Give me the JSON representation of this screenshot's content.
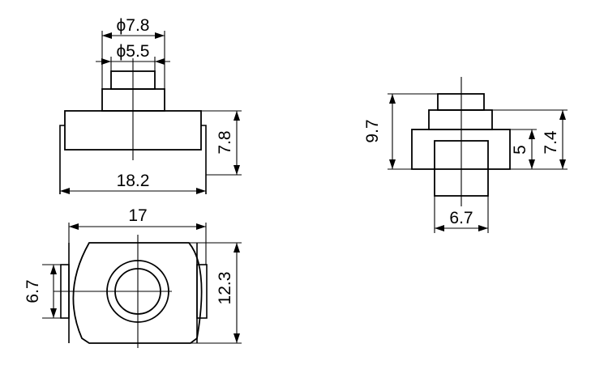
{
  "dimensions": {
    "top_view": {
      "outer_diameter": "ϕ7.8",
      "inner_diameter": "ϕ5.5",
      "height": "7.8",
      "width": "18.2"
    },
    "bottom_view": {
      "width": "17",
      "height": "12.3",
      "tab_height": "6.7"
    },
    "side_view": {
      "total_height": "9.7",
      "body_height": "7.4",
      "lower_height": "5",
      "width": "6.7"
    }
  }
}
